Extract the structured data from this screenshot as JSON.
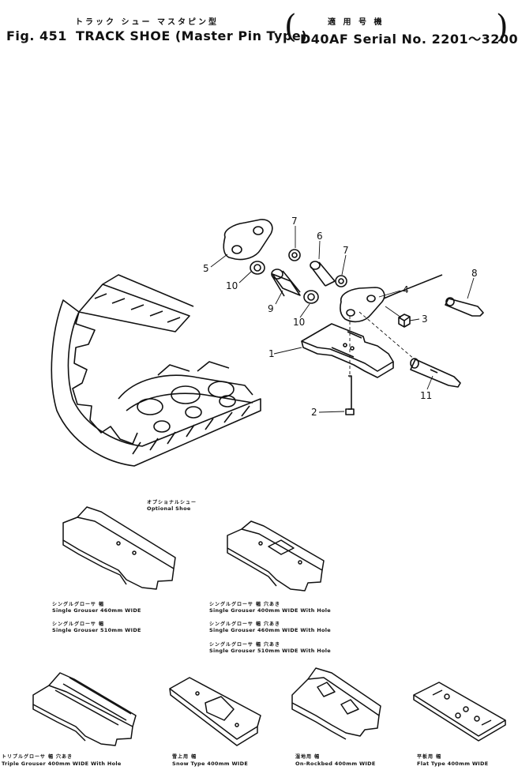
{
  "header": {
    "title_jp": "トラック シュー  マスタピン型",
    "fig": "Fig. 451",
    "title_en": "TRACK SHOE (Master Pin Type)",
    "applicable_jp": "適 用 号 機",
    "serial": "D40AF Serial No. 2201～3200"
  },
  "callouts": [
    "1",
    "2",
    "3",
    "4",
    "5",
    "6",
    "7",
    "7",
    "8",
    "9",
    "10",
    "10",
    "11"
  ],
  "optional": {
    "label_jp": "オプショナルシュー",
    "label_en": "Optional Shoe"
  },
  "shoe_captions": {
    "left_1_jp": "シングルグローサ            幅",
    "left_1_en": "Single  Grouser  460mm  WIDE",
    "left_2_jp": "シングルグローサ            幅",
    "left_2_en": "Single  Grouser  510mm  WIDE",
    "right_1_jp": "シングルグローサ      幅    穴あき",
    "right_1_en": "Single  Grouser  400mm  WIDE  With  Hole",
    "right_2_jp": "シングルグローサ      幅    穴あき",
    "right_2_en": "Single  Grouser  460mm  WIDE  With  Hole",
    "right_3_jp": "シングルグローサ      幅    穴あき",
    "right_3_en": "Single  Grouser  510mm  WIDE  With  Hole",
    "b1_jp": "トリプルグローサ    幅    穴あき",
    "b1_en": "Triple  Grouser  400mm  WIDE  With  Hole",
    "b2_jp": "雪上用        幅",
    "b2_en": "Snow  Type  400mm  WIDE",
    "b3_jp": "湿地用        幅",
    "b3_en": "On-Rockbed  400mm  WIDE",
    "b4_jp": "平板用        幅",
    "b4_en": "Flat  Type  400mm  WIDE"
  }
}
